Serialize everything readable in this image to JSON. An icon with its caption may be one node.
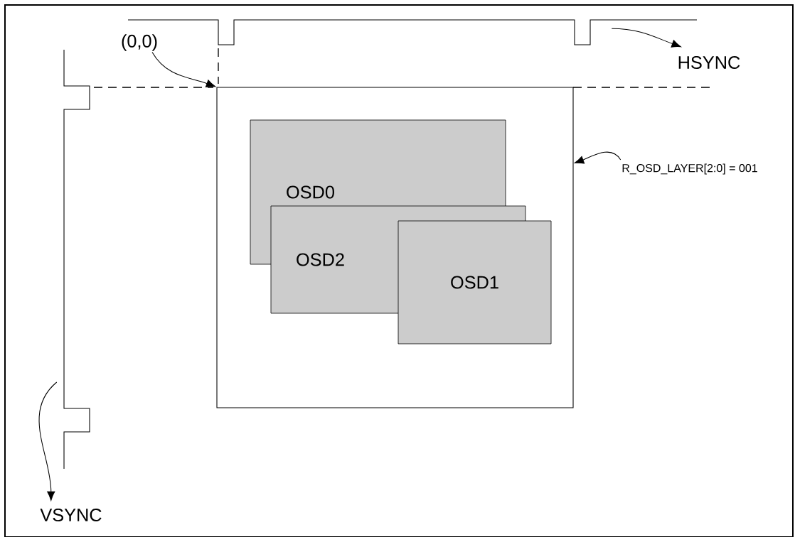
{
  "diagram": {
    "nodes": [
      {
        "text": [
          "(0,0)"
        ]
      },
      {
        "text": [],
        "shape": "picture"
      },
      {
        "text": [
          "HSYNC"
        ]
      },
      {
        "text": [],
        "shape": "picture"
      },
      {
        "text": [],
        "shape": "box"
      },
      {
        "text": [
          "OSD0"
        ],
        "in": 4
      },
      {
        "text": [
          "OSD2"
        ],
        "in": 4
      },
      {
        "text": [
          "OSD1"
        ],
        "in": 4
      },
      {
        "text": [
          "R_OSD_LAYER[2:0] = 001"
        ]
      },
      {
        "text": [
          "VSYNC"
        ]
      }
    ],
    "edges": [
      {
        "from": 0,
        "to": 4,
        "arrow": "to"
      },
      {
        "from": 1,
        "to": 2,
        "arrow": "to"
      },
      {
        "from": 8,
        "to": 4,
        "arrow": "to"
      },
      {
        "from": 3,
        "to": 9,
        "arrow": "to"
      }
    ]
  }
}
